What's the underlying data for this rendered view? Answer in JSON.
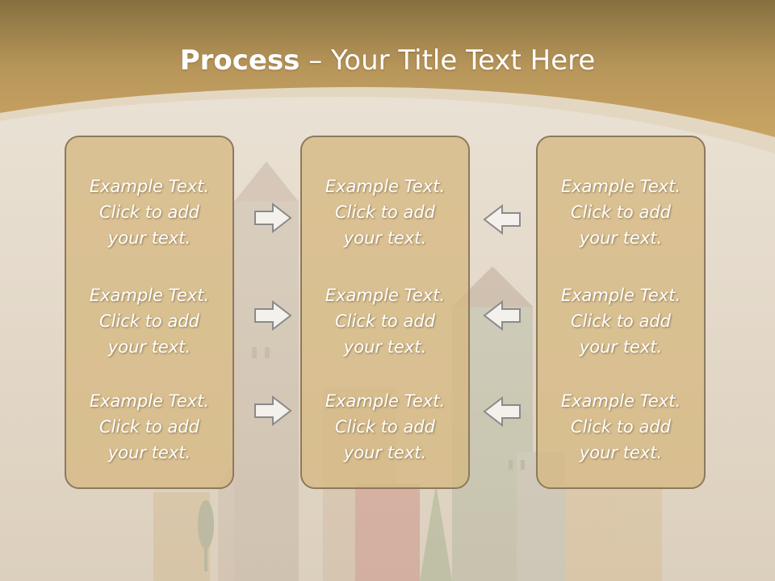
{
  "slide": {
    "title_bold": "Process",
    "title_rest": " – Your Title Text Here"
  },
  "colors": {
    "title_band": "#b8965a",
    "box_fill": "#d6b882",
    "box_border": "#8c7a5e",
    "arrow_fill": "#f4f1ec",
    "arrow_stroke": "#8a8a8a"
  },
  "columns": [
    {
      "items": [
        {
          "line1": "Example Text.",
          "line2": "Click  to add",
          "line3": "your text."
        },
        {
          "line1": "Example Text.",
          "line2": "Click  to add",
          "line3": "your text."
        },
        {
          "line1": "Example Text.",
          "line2": "Click  to add",
          "line3": "your text."
        }
      ]
    },
    {
      "items": [
        {
          "line1": "Example Text.",
          "line2": "Click  to add",
          "line3": "your text."
        },
        {
          "line1": "Example Text.",
          "line2": "Click  to add",
          "line3": "your text."
        },
        {
          "line1": "Example Text.",
          "line2": "Click  to add",
          "line3": "your text."
        }
      ]
    },
    {
      "items": [
        {
          "line1": "Example Text.",
          "line2": "Click  to add",
          "line3": "your text."
        },
        {
          "line1": "Example Text.",
          "line2": "Click  to add",
          "line3": "your text."
        },
        {
          "line1": "Example Text.",
          "line2": "Click  to add",
          "line3": "your text."
        }
      ]
    }
  ],
  "arrows": {
    "left_column": [
      "arrow-right-icon",
      "arrow-right-icon",
      "arrow-right-icon"
    ],
    "right_column": [
      "arrow-left-icon",
      "arrow-left-icon",
      "arrow-left-icon"
    ]
  }
}
